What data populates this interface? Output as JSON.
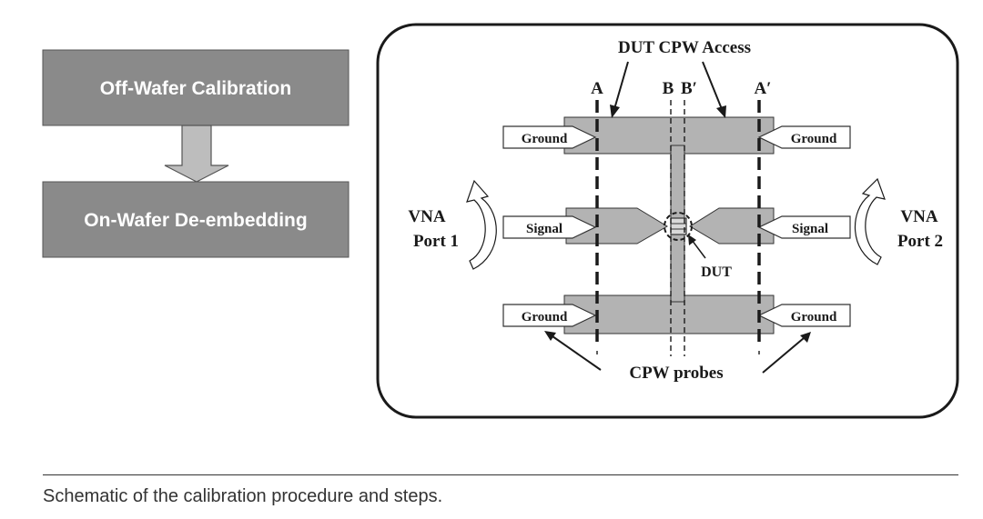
{
  "flowchart": {
    "step1": "Off-Wafer Calibration",
    "step2": "On-Wafer De-embedding"
  },
  "schematic": {
    "title": "DUT CPW Access",
    "ref_planes": {
      "a": "A",
      "b": "B",
      "b_prime": "B′",
      "a_prime": "A′"
    },
    "ground_label": "Ground",
    "signal_label": "Signal",
    "dut_label": "DUT",
    "probes_label": "CPW probes",
    "port1": {
      "line1": "VNA",
      "line2": "Port 1"
    },
    "port2": {
      "line1": "VNA",
      "line2": "Port 2"
    }
  },
  "caption": "Schematic of the calibration procedure and steps.",
  "colors": {
    "flow_box": "#8a8a8a",
    "flow_arrow": "#bdbdbd",
    "metal": "#b3b3b3",
    "ink": "#1a1a1a"
  }
}
